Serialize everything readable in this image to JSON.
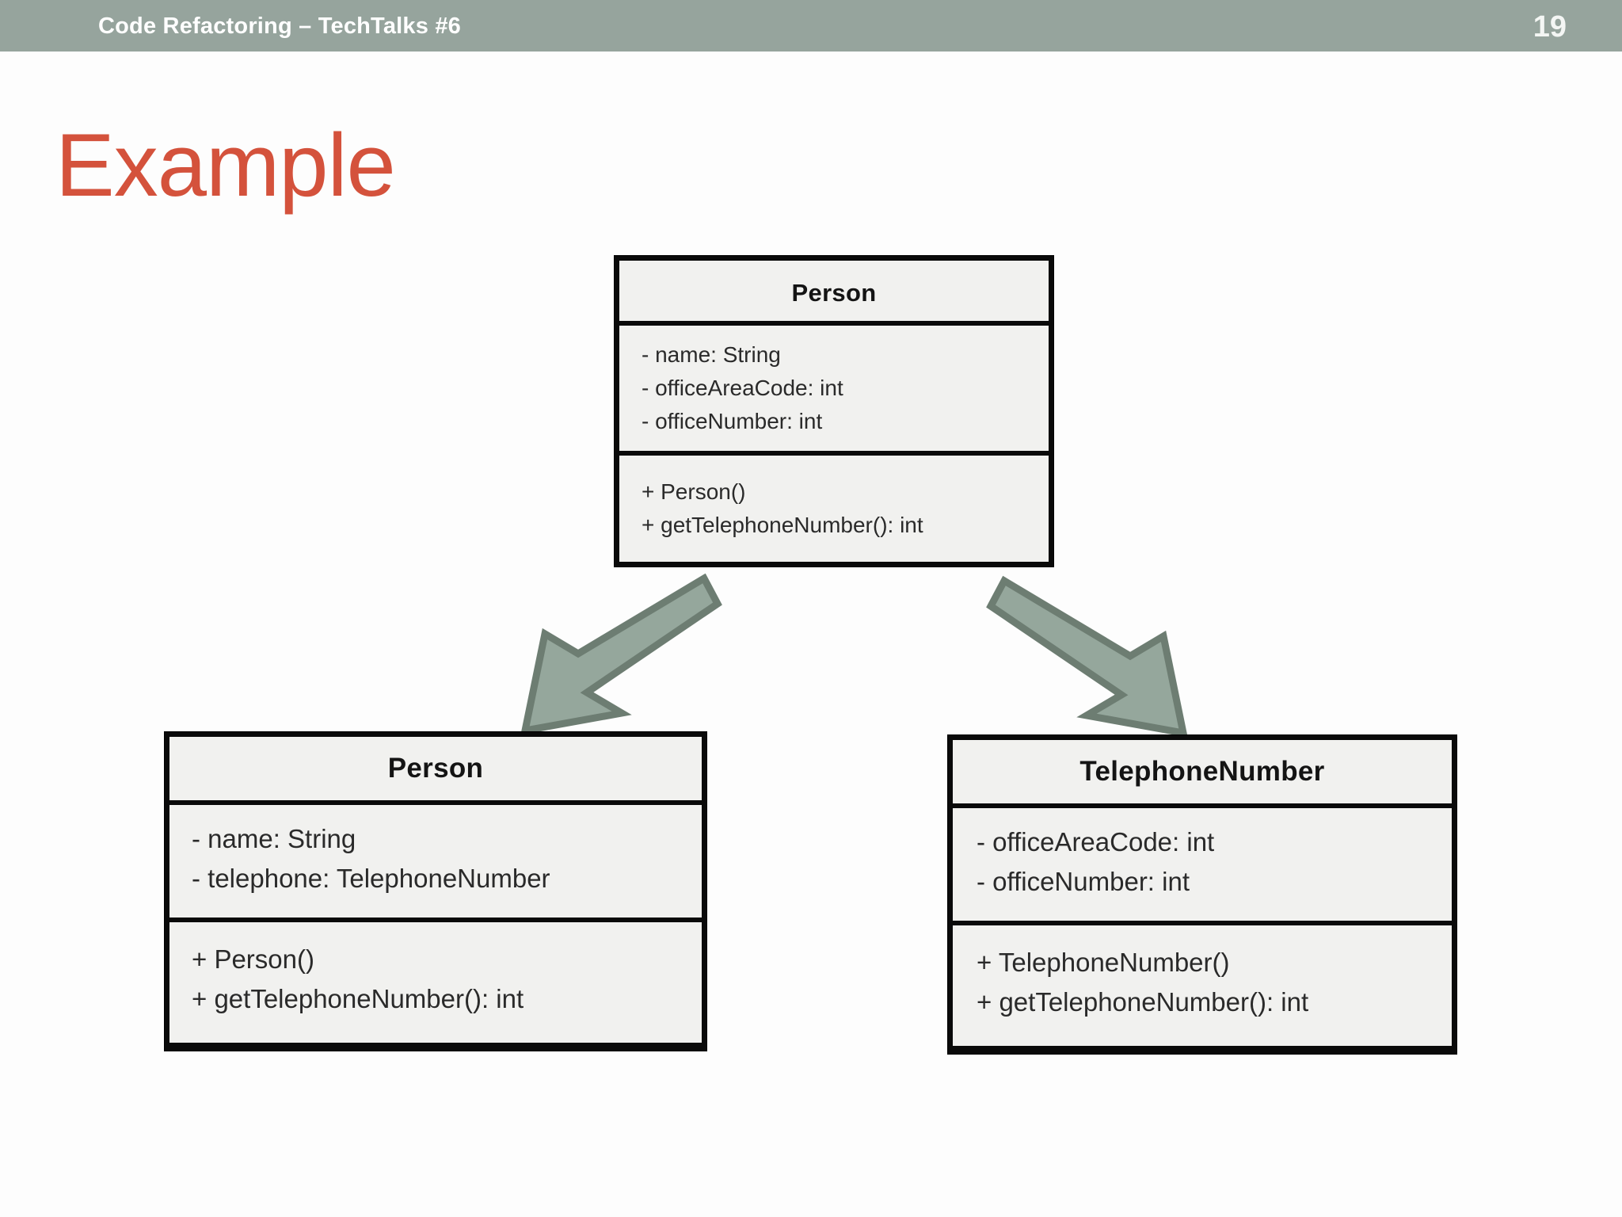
{
  "header": {
    "title": "Code Refactoring – TechTalks #6",
    "page_number": "19",
    "background_color": "#96a49d",
    "text_color": "#ffffff"
  },
  "slide": {
    "title": "Example",
    "title_color": "#d4523c",
    "background_color": "#ffffff"
  },
  "diagram": {
    "type": "uml-class-diagram",
    "arrow_color": "#95a79c",
    "arrow_outline_color": "#6d7d72",
    "box_fill_color": "#f1f1ef",
    "box_border_color": "#0a0a0a",
    "classes": [
      {
        "id": "person-before",
        "name": "Person",
        "position": "top-center",
        "attributes": [
          "- name: String",
          "- officeAreaCode: int",
          "- officeNumber: int"
        ],
        "methods": [
          "+ Person()",
          "+ getTelephoneNumber(): int"
        ]
      },
      {
        "id": "person-after",
        "name": "Person",
        "position": "bottom-left",
        "attributes": [
          "- name: String",
          "- telephone: TelephoneNumber"
        ],
        "methods": [
          "+ Person()",
          "+ getTelephoneNumber(): int"
        ]
      },
      {
        "id": "telephonenumber",
        "name": "TelephoneNumber",
        "position": "bottom-right",
        "attributes": [
          "- officeAreaCode: int",
          "- officeNumber: int"
        ],
        "methods": [
          "+ TelephoneNumber()",
          "+ getTelephoneNumber(): int"
        ]
      }
    ],
    "arrows": [
      {
        "id": "arrow-left",
        "from": "person-before",
        "to": "person-after",
        "direction": "down-left"
      },
      {
        "id": "arrow-right",
        "from": "person-before",
        "to": "telephonenumber",
        "direction": "down-right"
      }
    ]
  }
}
